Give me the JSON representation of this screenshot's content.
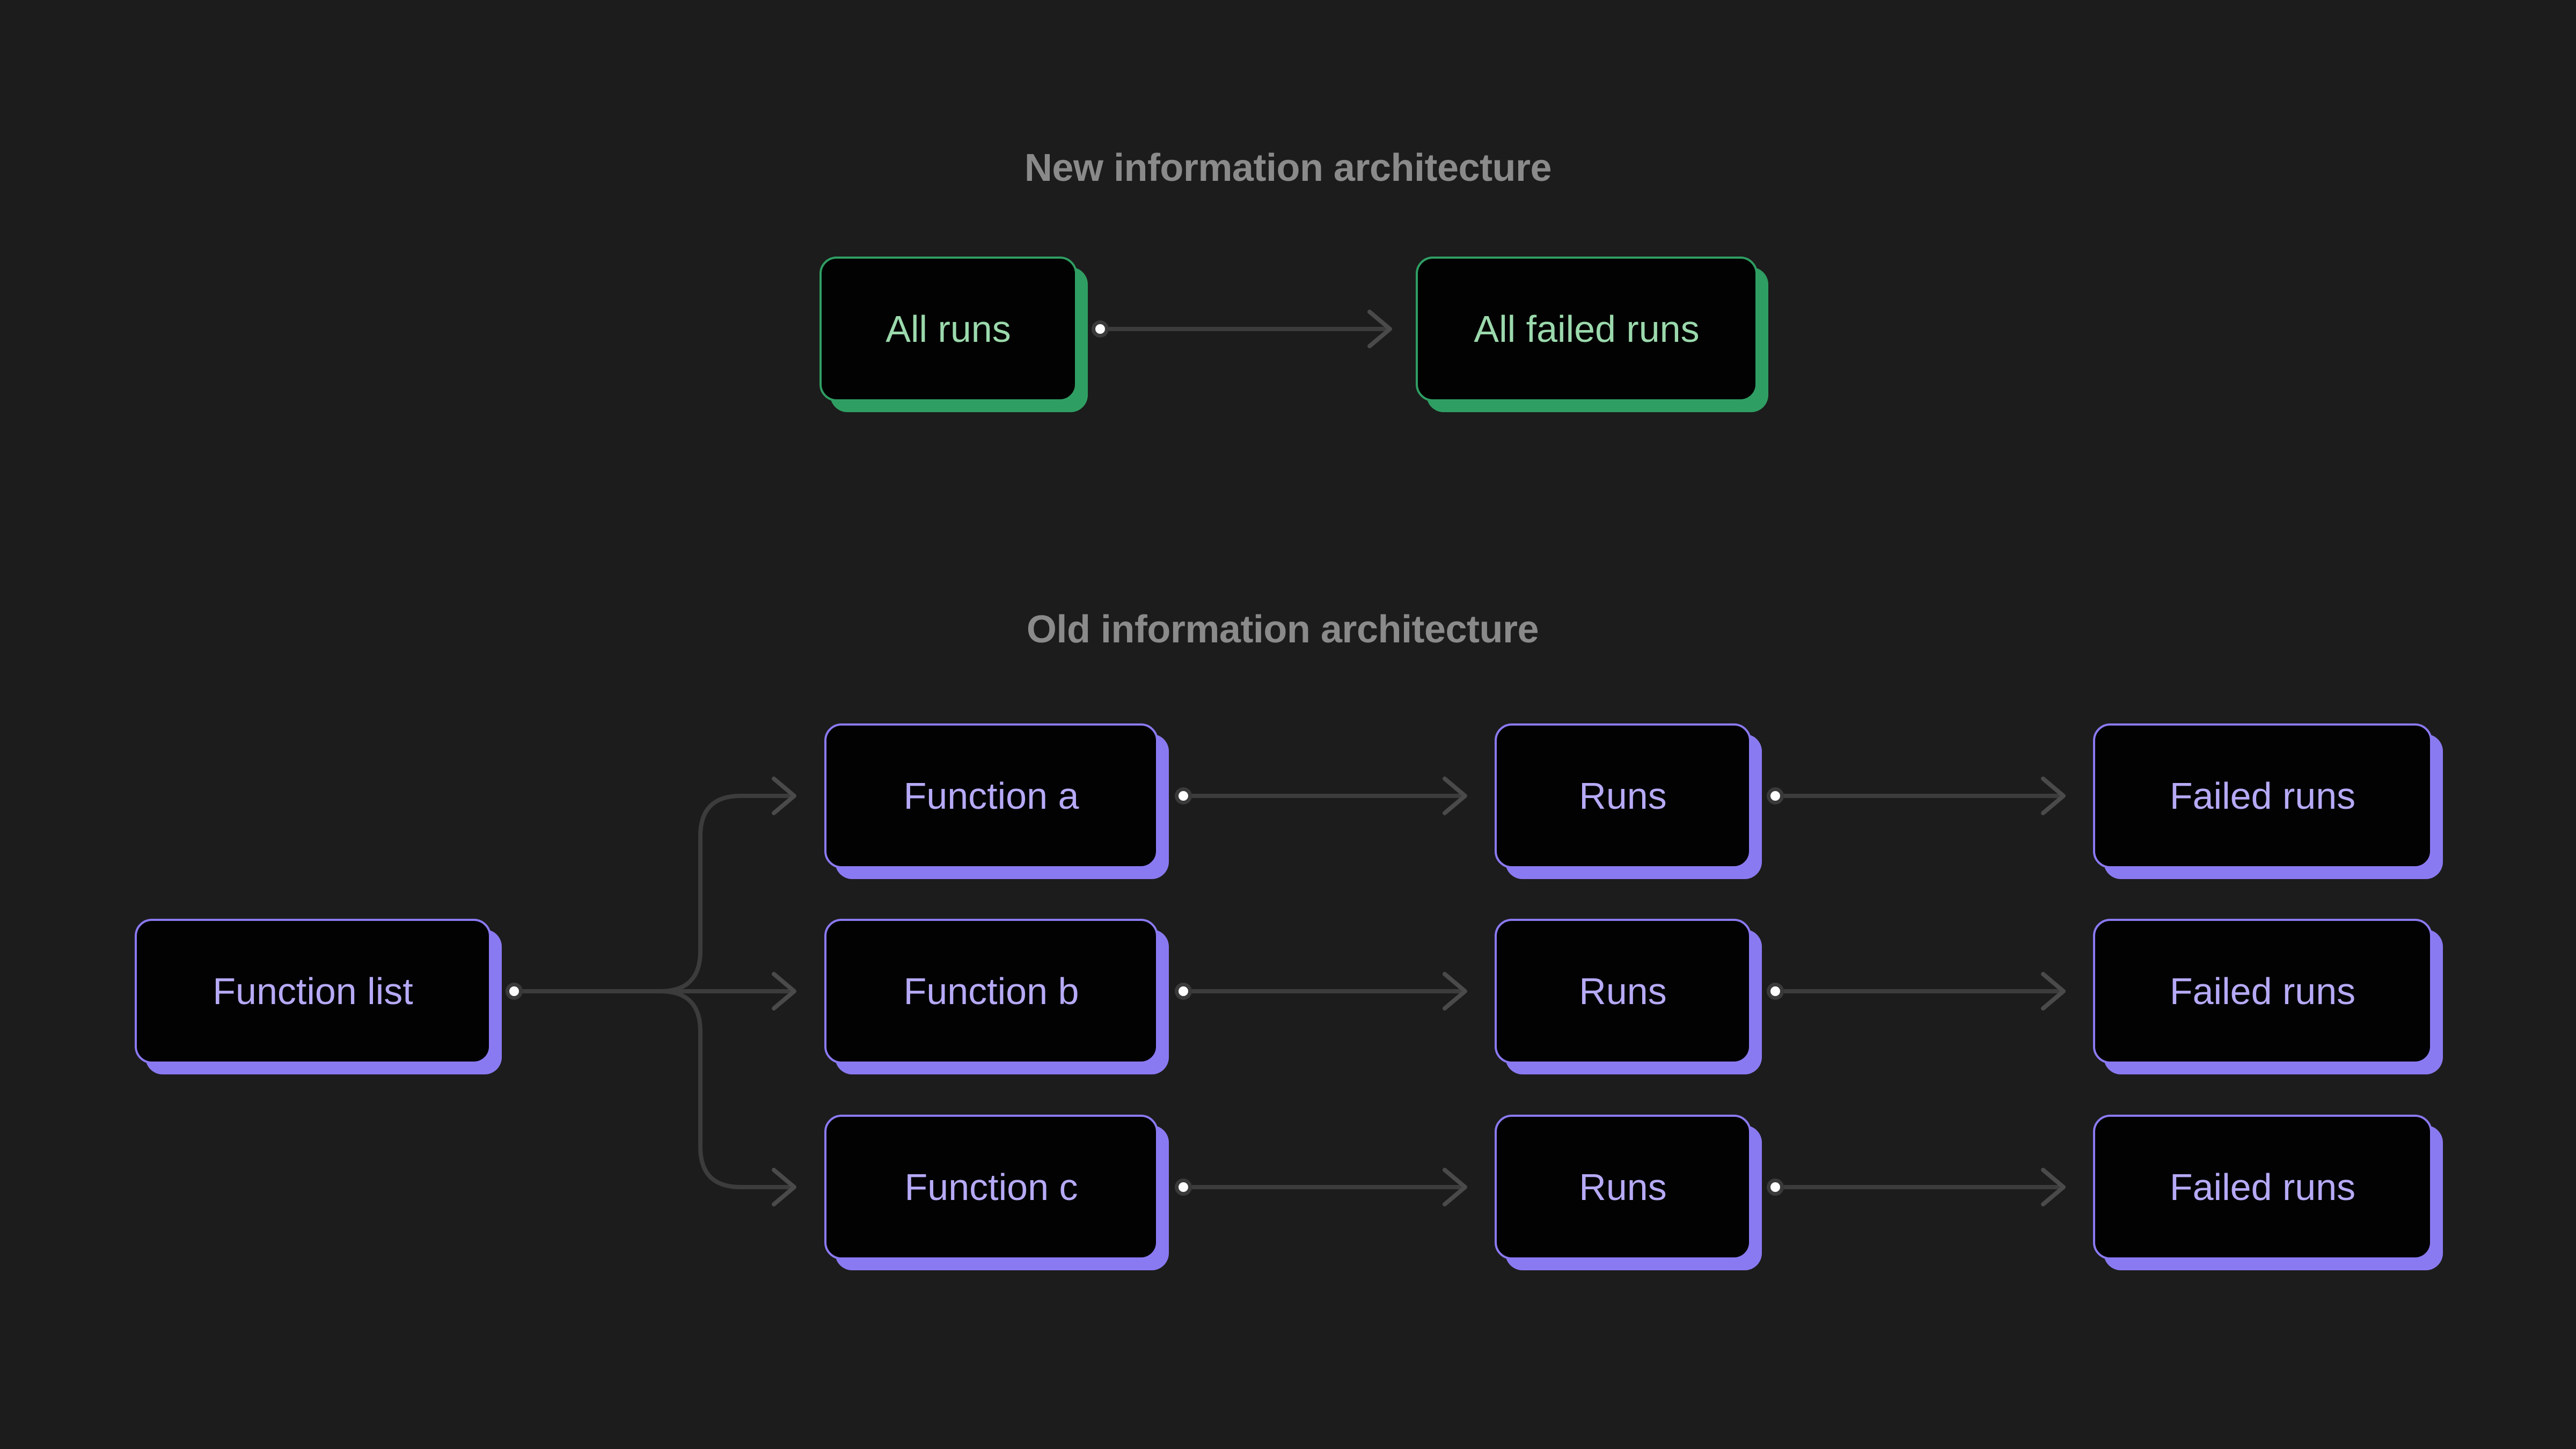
{
  "colors": {
    "background": "#1c1c1c",
    "node_fill": "#020202",
    "green_border": "#2f9e63",
    "green_text": "#9bd9ac",
    "purple_border": "#8a7af2",
    "purple_text": "#b6aaf7",
    "connector_line": "#3c3c3c",
    "arrowhead": "#4a4a4a",
    "dot_core": "#fdfdfd",
    "title_text": "#8a8a8a"
  },
  "new_architecture": {
    "title": "New information architecture",
    "nodes": [
      {
        "label": "All runs"
      },
      {
        "label": "All failed runs"
      }
    ]
  },
  "old_architecture": {
    "title": "Old information architecture",
    "nodes": [
      {
        "label": "Function list"
      },
      {
        "label": "Function a"
      },
      {
        "label": "Function b"
      },
      {
        "label": "Function c"
      },
      {
        "label": "Runs"
      },
      {
        "label": "Runs"
      },
      {
        "label": "Runs"
      },
      {
        "label": "Failed runs"
      },
      {
        "label": "Failed runs"
      },
      {
        "label": "Failed runs"
      }
    ]
  }
}
